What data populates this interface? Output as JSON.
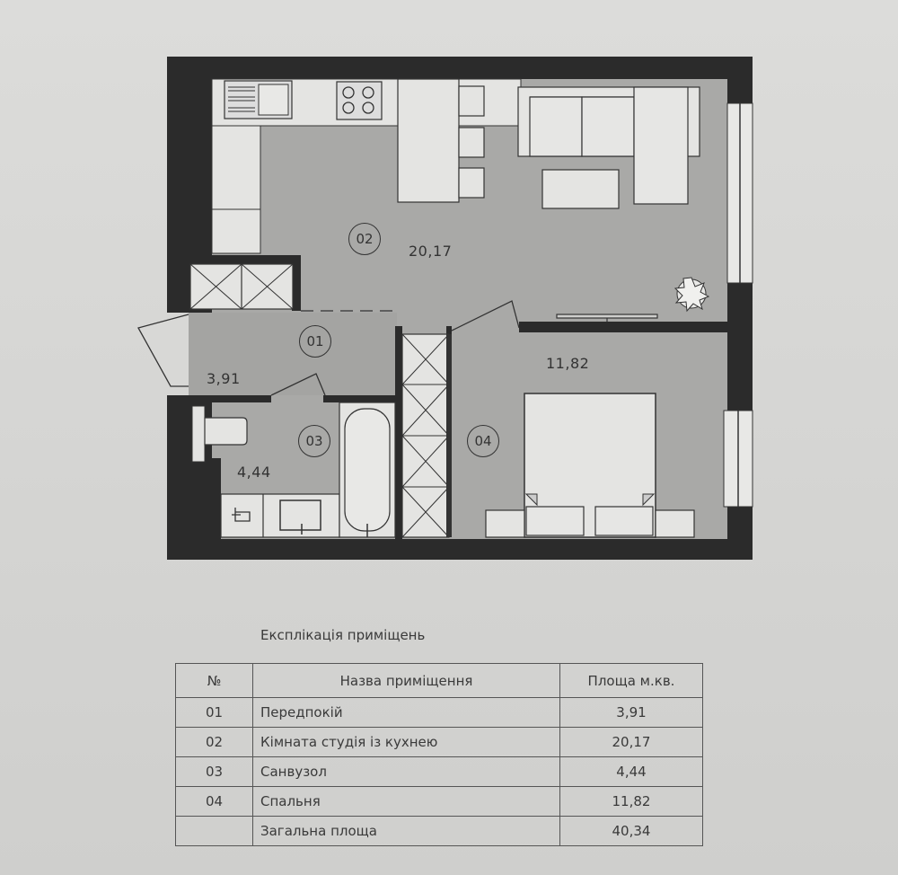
{
  "floorplan": {
    "rooms": [
      {
        "id": "01",
        "name": "Передпокій",
        "area": "3,91"
      },
      {
        "id": "02",
        "name": "Кімната студія із кухнею",
        "area": "20,17"
      },
      {
        "id": "03",
        "name": "Санвузол",
        "area": "4,44"
      },
      {
        "id": "04",
        "name": "Спальня",
        "area": "11,82"
      }
    ],
    "icons": [
      "kitchen-sink-icon",
      "cooktop-icon",
      "sofa-icon",
      "coffee-table-icon",
      "plant-icon",
      "tv-icon",
      "bed-icon",
      "toilet-icon",
      "bathtub-icon",
      "washbasin-icon",
      "wardrobe-icon",
      "door-icon",
      "window-icon"
    ]
  },
  "explication": {
    "title": "Експлікація приміщень",
    "headers": {
      "num": "№",
      "name": "Назва приміщення",
      "area": "Площа м.кв."
    },
    "rows": [
      {
        "num": "01",
        "name": "Передпокій",
        "area": "3,91"
      },
      {
        "num": "02",
        "name": "Кімната студія із кухнею",
        "area": "20,17"
      },
      {
        "num": "03",
        "name": "Санвузол",
        "area": "4,44"
      },
      {
        "num": "04",
        "name": "Спальня",
        "area": "11,82"
      }
    ],
    "total": {
      "num": "",
      "name": "Загальна площа",
      "area": "40,34"
    }
  }
}
